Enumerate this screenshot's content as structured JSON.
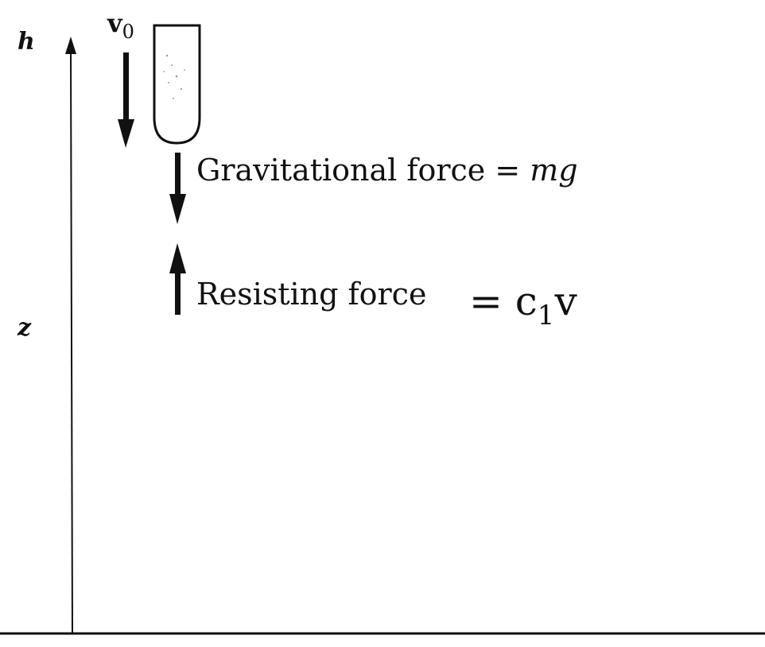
{
  "axis": {
    "top_label": "h",
    "side_label": "z"
  },
  "velocity": {
    "symbol": "v",
    "subscript": "0"
  },
  "forces": {
    "gravity_label": "Gravitational force = ",
    "gravity_value": "mg",
    "resisting_label": "Resisting force",
    "resisting_eq": "= c",
    "resisting_sub": "1",
    "resisting_var": "v"
  },
  "colors": {
    "ink": "#111111",
    "background": "#ffffff",
    "projectile_fill": "#ffffff"
  }
}
